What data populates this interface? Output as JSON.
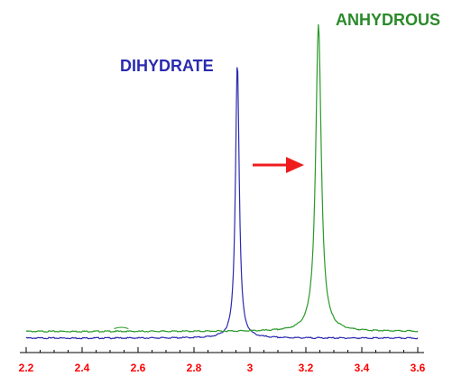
{
  "chart_data": {
    "type": "line",
    "title": "",
    "xlabel": "",
    "ylabel": "",
    "xlim": [
      2.2,
      3.6
    ],
    "ylim": [
      0,
      1
    ],
    "grid": false,
    "x_ticks": [
      "2.2",
      "2.4",
      "2.6",
      "2.8",
      "3",
      "3.2",
      "3.4",
      "3.6"
    ],
    "series": [
      {
        "name": "DIHYDRATE",
        "color": "#2b2bb0",
        "baseline": 0.02,
        "peak_x": 2.955,
        "peak_height": 0.85,
        "peak_width": 0.008,
        "x": [
          2.2,
          2.5,
          2.8,
          2.9,
          2.93,
          2.945,
          2.95,
          2.955,
          2.96,
          2.965,
          2.98,
          3.0,
          3.2,
          3.6
        ],
        "y": [
          0.02,
          0.02,
          0.025,
          0.04,
          0.1,
          0.36,
          0.6,
          0.85,
          0.6,
          0.36,
          0.1,
          0.03,
          0.02,
          0.02
        ]
      },
      {
        "name": "ANHYDROUS",
        "color": "#2a9a2a",
        "baseline": 0.04,
        "peak_x": 3.245,
        "peak_height": 0.96,
        "peak_width": 0.012,
        "x": [
          2.2,
          2.54,
          2.8,
          3.0,
          3.15,
          3.2,
          3.23,
          3.245,
          3.26,
          3.29,
          3.35,
          3.4,
          3.6
        ],
        "y": [
          0.04,
          0.045,
          0.04,
          0.045,
          0.07,
          0.16,
          0.55,
          0.96,
          0.55,
          0.16,
          0.07,
          0.05,
          0.04
        ]
      }
    ],
    "annotations": {
      "arrow_color": "#ee1c1c",
      "dihydrate_label_color": "#2b2bb0",
      "anhydrous_label_color": "#2a8a2a"
    }
  }
}
